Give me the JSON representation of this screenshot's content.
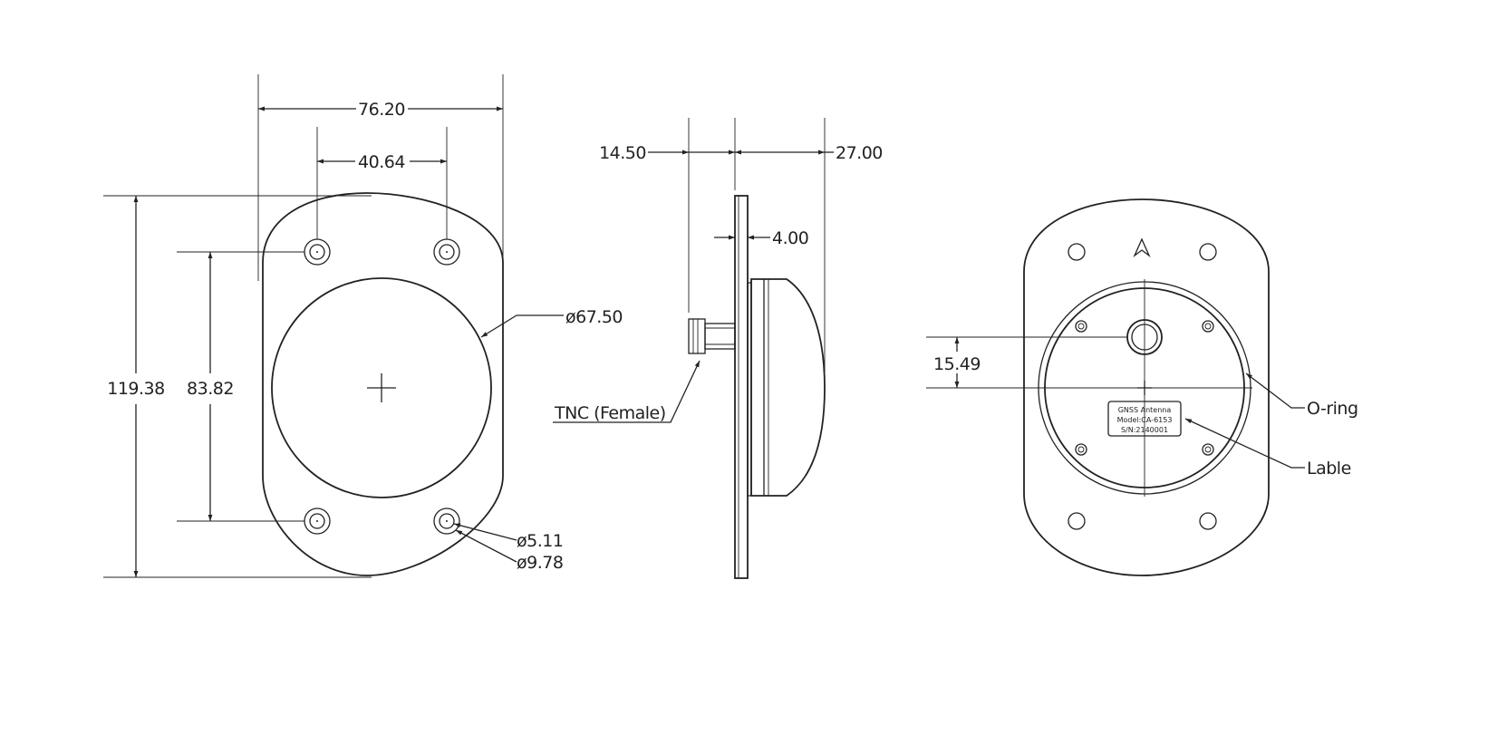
{
  "front_view": {
    "overall_width": "76.20",
    "hole_spacing_horizontal": "40.64",
    "overall_height": "119.38",
    "hole_spacing_vertical": "83.82",
    "radome_diameter": "ø67.50",
    "hole_inner_diameter": "ø5.11",
    "hole_outer_diameter": "ø9.78"
  },
  "side_view": {
    "connector_length": "14.50",
    "dome_height": "27.00",
    "flange_thickness": "4.00",
    "connector_label": "TNC (Female)"
  },
  "bottom_view": {
    "connector_offset": "15.49",
    "oring_label": "O-ring",
    "label_callout": "Lable",
    "nameplate_line1": "GNSS Antenna",
    "nameplate_line2": "Model:CA-6153",
    "nameplate_line3": "S/N:2140001"
  }
}
